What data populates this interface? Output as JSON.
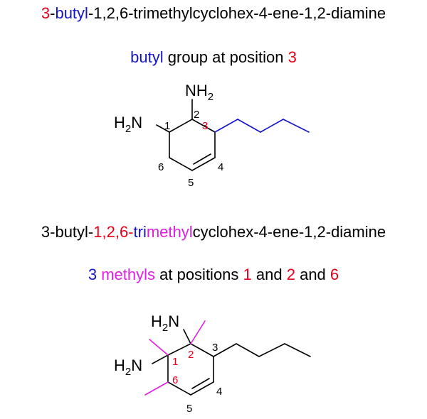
{
  "title1": {
    "locant_3": "3",
    "dash_a": "-",
    "butyl": "butyl",
    "rest": "-1,2,6-trimethylcyclohex-4-ene-1,2-diamine"
  },
  "subtitle1": {
    "butyl": "butyl",
    "middle": " group at position ",
    "pos": "3"
  },
  "title2": {
    "prefix": "3-butyl-",
    "locants": "1,2,6-",
    "tri": "tri",
    "methyl": "methyl",
    "rest": "cyclohex-4-ene-1,2-diamine"
  },
  "subtitle2": {
    "count": "3",
    "space1": " ",
    "methyls": "methyls",
    "at": " at positions ",
    "p1": "1",
    "and1": " and ",
    "p2": "2",
    "and2": " and ",
    "p6": "6"
  },
  "mol1": {
    "nh2_top": "NH",
    "nh2_top_sub": "2",
    "h2n_left": "H",
    "h2n_left_sub": "2",
    "h2n_left_n": "N",
    "n1": "1",
    "n2": "2",
    "n3": "3",
    "n4": "4",
    "n5": "5",
    "n6": "6"
  },
  "mol2": {
    "h2n_top": "H",
    "h2n_top_sub": "2",
    "h2n_top_n": "N",
    "h2n_left": "H",
    "h2n_left_sub": "2",
    "h2n_left_n": "N",
    "n1": "1",
    "n2": "2",
    "n3": "3",
    "n4": "4",
    "n5": "5",
    "n6": "6"
  },
  "colors": {
    "red": "#e8001c",
    "blue": "#1414c8",
    "magenta": "#e020e0",
    "black": "#000000"
  }
}
